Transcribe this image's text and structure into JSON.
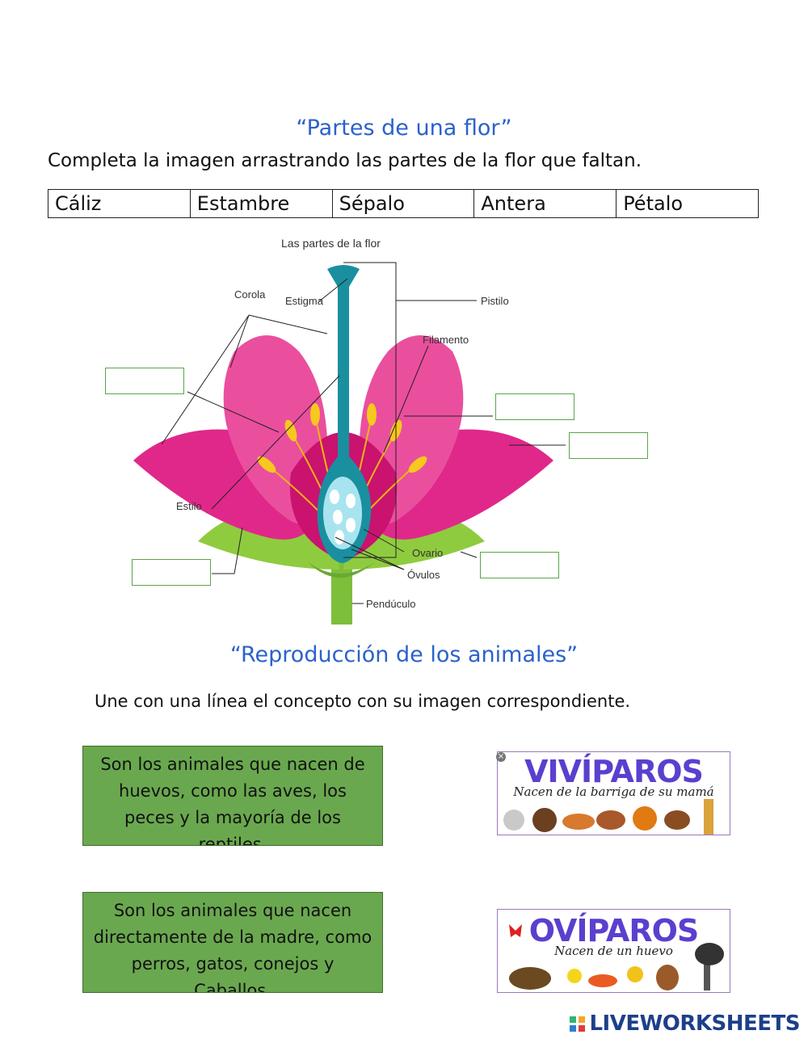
{
  "flower_section": {
    "title": "“Partes de una flor”",
    "instruction": "Completa la imagen arrastrando las partes de la flor que faltan.",
    "word_bank": [
      "Cáliz",
      "Estambre",
      "Sépalo",
      "Antera",
      "Pétalo"
    ],
    "diagram": {
      "heading": "Las partes de la flor",
      "labels": {
        "corola": "Corola",
        "estigma": "Estigma",
        "pistilo": "Pistilo",
        "filamento": "Filamento",
        "estilo": "Estilo",
        "ovario": "Ovario",
        "ovulos": "Óvulos",
        "pendunculo": "Pendúculo"
      }
    }
  },
  "animals_section": {
    "title": "“Reproducción de los animales”",
    "instruction": "Une con una línea el concepto con su imagen correspondiente.",
    "definitions": [
      "Son los animales que nacen de huevos, como las aves, los peces y la mayoría de los reptiles.",
      "Son los animales que nacen directamente de la madre, como perros, gatos, conejos y Caballos."
    ],
    "banners": [
      {
        "title": "VIVÍPAROS",
        "subtitle": "Nacen de la barriga de su mamá"
      },
      {
        "title": "OVÍPAROS",
        "subtitle": "Nacen de un huevo"
      }
    ]
  },
  "footer": {
    "logo_text": "LIVEWORKSHEETS"
  },
  "colors": {
    "title_blue": "#2b62c9",
    "petal": "#e0288a",
    "pistil": "#1a8fa0",
    "sepal": "#7dbf3a",
    "box_green": "#6aa84f",
    "banner_purple": "#5b3fcf"
  }
}
